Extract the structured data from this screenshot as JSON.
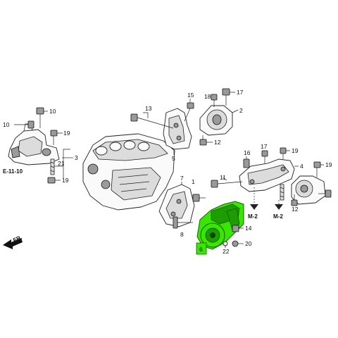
{
  "parts": {
    "p1": "1",
    "p2": "2",
    "p3": "3",
    "p4": "4",
    "p5": "5",
    "p6": "6",
    "p7": "7",
    "p8": "8",
    "p10a": "10",
    "p10b": "10",
    "p11": "11",
    "p12a": "12",
    "p12b": "12",
    "p13": "13",
    "p14": "14",
    "p15": "15",
    "p16": "16",
    "p17a": "17",
    "p17b": "17",
    "p18": "18",
    "p19a": "19",
    "p19b": "19",
    "p19c": "19",
    "p19d": "19",
    "p20": "20",
    "p21": "21",
    "p22": "22"
  },
  "refs": {
    "e1110": "E-11-10",
    "m2a": "M-2",
    "m2b": "M-2",
    "fr": "FR."
  },
  "colors": {
    "highlight": "#39e600"
  }
}
